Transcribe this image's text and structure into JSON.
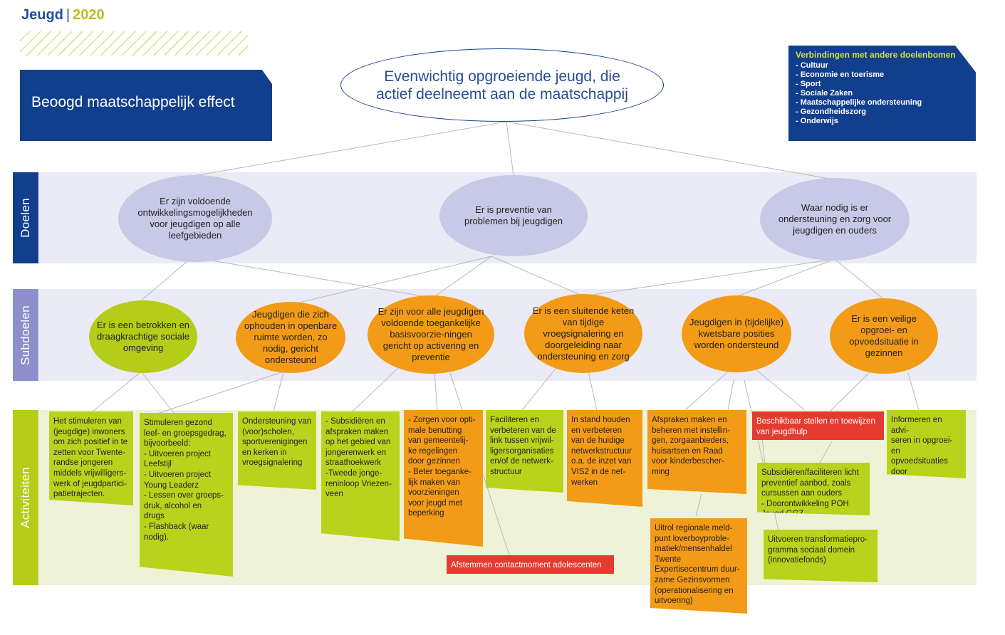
{
  "header": {
    "prefix": "Jeugd",
    "separator": "|",
    "year": "2020"
  },
  "effect_label": "Beoogd maatschappelijk effect",
  "main_goal": "Evenwichtig opgroeiende jeugd, die actief deelneemt aan de maatschappij",
  "links": {
    "title": "Verbindingen met andere doelenbomen",
    "items": [
      "- Cultuur",
      "- Economie en toerisme",
      "- Sport",
      "- Sociale Zaken",
      "- Maatschappelijke ondersteuning",
      "- Gezondheidszorg",
      "- Onderwijs"
    ]
  },
  "bands": {
    "doelen": "Doelen",
    "subdoelen": "Subdoelen",
    "activiteiten": "Activiteiten"
  },
  "colors": {
    "navy": "#123e8e",
    "lavender": "#c7c9e6",
    "green": "#b5cc18",
    "orange": "#f39b16",
    "red": "#e53a2f"
  },
  "goals": [
    "Er zijn voldoende ontwikkelingsmogelijkheden voor jeugdigen op alle leefgebieden",
    "Er is preventie van problemen bij jeugdigen",
    "Waar nodig is er ondersteuning en zorg voor jeugdigen en ouders"
  ],
  "subgoals": [
    "Er is een betrokken en draagkrachtige sociale omgeving",
    "Jeugdigen die zich ophouden in openbare ruimte worden, zo nodig, gericht ondersteund",
    "Er zijn voor alle jeugdigen voldoende toegankelijke basisvoorzie-ningen gericht op activering en preventie",
    "Er is een sluitende keten van tijdige vroegsignalering en doorgeleiding naar ondersteuning en zorg",
    "Jeugdigen in (tijdelijke) kwetsbare posities worden ondersteund",
    "Er is een veilige opgroei- en opvoedsituatie in gezinnen"
  ],
  "activities": [
    "Het stimuleren van\n(jeugdige) inwoners\nom zich positief in te\nzetten voor Twente-\nrandse jongeren\nmiddels vrijwilligers-\nwerk of jeugdpartici-\npatietrajecten.",
    "Stimuleren gezond\nleef- en groepsgedrag,\nbijvoorbeeld:\n-  Uitvoeren project\n   Leefstijl\n-  Uitvoeren project\n   Young Leaderz\n-  Lessen over groeps-\n   druk, alcohol en\n   drugs\n-  Flashback (waar\n   nodig).",
    "Ondersteuning van\n(voor)scholen,\nsportverenigingen\nen kerken in\nvroegsignalering",
    "- Subsidiëren en\nafspraken maken\nop het gebied van\njongerenwerk en\nstraathoekwerk\n-Tweede jonge-\nreninloop Vriezen-\nveen",
    "- Zorgen voor opti-\n  male benutting\n  van gemeentelij-\n  ke regelingen\n  door gezinnen\n- Beter toeganke-\n  lijk maken van\n  voorzieningen\n  voor jeugd met\n  beperking",
    "Faciliteren en\nverbeteren van de\nlink tussen vrijwil-\nligersorganisaties\nen/of de netwerk-\nstructuur",
    "In stand houden\nen verbeteren\nvan de huidige\nnetwerkstructuur\no.a. de inzet van\nVIS2 in de net-\nwerken",
    "Afspraken maken en\nbeheren met instellin-\ngen, zorgaanbieders,\nhuisartsen en Raad\nvoor kinderbescher-\nming",
    "Beschikbaar stellen en toewijzen\nvan jeugdhulp",
    "Informeren en advi-\nseren in opgroei- en\nopvoedsituaties door\nhet subsidiëren van\npartners in het CJG",
    "Subsidiëren/faciliteren licht\npreventief aanbod, zoals\ncursussen aan ouders\n- Doorontwikkeling POH\nJeugd GGZ",
    "Uitrol regionale meld-\npunt loverboyproble-\nmatiek/mensenhaldel\nTwente\nExpertisecentrum duur-\nzame Gezinsvormen\n(operationalisering en\nuitvoering)",
    "Uitvoeren transformatiepro-\ngramma sociaal domein\n(innovatiefonds)",
    "Afstemmen contactmoment adolescenten"
  ]
}
